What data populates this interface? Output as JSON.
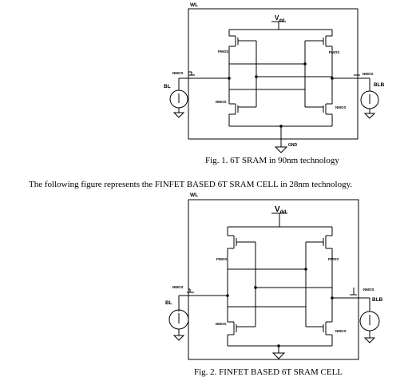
{
  "figure1": {
    "wl": "WL",
    "vdd_main": "V",
    "vdd_sub": "dd",
    "pmos": "PMOS",
    "nmos": "NMOS",
    "bl": "BL",
    "blb": "BLB",
    "gnd": "GND",
    "caption": "Fig. 1. 6T SRAM in 90nm technology"
  },
  "intro_text": "The following figure represents the FINFET BASED 6T SRAM CELL in 28nm technology.",
  "figure2": {
    "wl": "WL",
    "vdd_main": "V",
    "vdd_sub": "dd",
    "pmos": "PMOS",
    "nmos": "NMOS",
    "bl": "BL",
    "blb": "BLB",
    "caption": "Fig. 2. FINFET BASED 6T SRAM CELL"
  }
}
